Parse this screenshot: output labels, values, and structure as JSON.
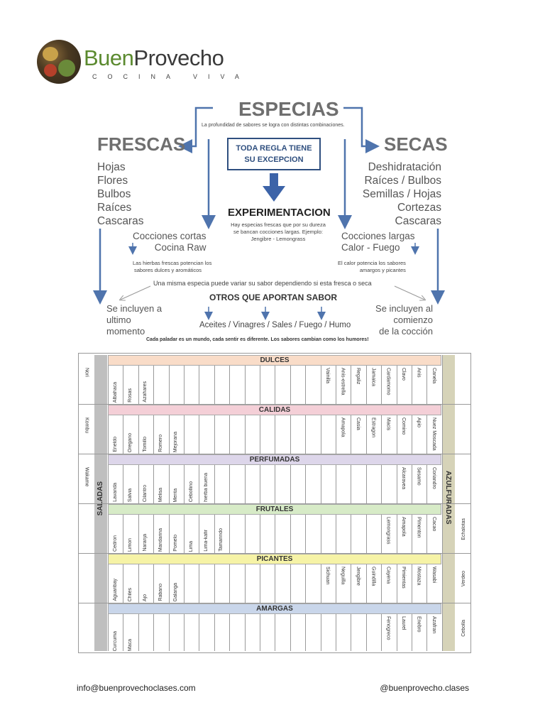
{
  "brand": {
    "name_part1": "Buen",
    "name_part2": "Provecho",
    "tagline": "COCINA VIVA"
  },
  "header": {
    "title": "ESPECIAS",
    "subtitle": "La profundidad de sabores se logra con distintas combinaciones.",
    "left_title": "FRESCAS",
    "right_title": "SECAS",
    "left_list": [
      "Hojas",
      "Flores",
      "Bulbos",
      "Raíces",
      "Cascaras"
    ],
    "right_list": [
      "Deshidratación",
      "Raíces / Bulbos",
      "Semillas / Hojas",
      "Cortezas",
      "Cascaras"
    ],
    "rule_box": [
      "TODA REGLA TIENE",
      "SU EXCEPCION"
    ],
    "experimentacion": "EXPERIMENTACION",
    "experimentacion_text": "Hay especias frescas que por su dureza se bancan cocciones largas. Ejemplo: Jengibre - Lemongrass",
    "cocciones_cortas": [
      "Cocciones cortas",
      "Cocina Raw"
    ],
    "cocciones_largas": [
      "Cocciones largas",
      "Calor - Fuego"
    ],
    "hierbas_text": [
      "Las hierbas frescas potencian los",
      "sabores dulces y aromáticos"
    ],
    "calor_text": [
      "El calor potencia los sabores",
      "amargos y picantes"
    ],
    "misma_text": "Una misma especia puede variar su sabor dependiendo si esta fresca o seca",
    "otros_title": "OTROS QUE APORTAN SABOR",
    "incluyen_left": [
      "Se incluyen a",
      "ultimo",
      "momento"
    ],
    "incluyen_right": [
      "Se incluyen al",
      "comienzo",
      "de la cocción"
    ],
    "aceites": "Aceites / Vinagres / Sales / Fuego / Humo",
    "cada_paladar": "Cada paladar es un mundo, cada sentir es diferente. Los sabores cambian como los humores!"
  },
  "table": {
    "left_side_label": "SALADAS",
    "right_side_label": "AZULFURADAS",
    "left_items": [
      "Nori",
      "Kombu",
      "Wakame",
      "",
      "",
      ""
    ],
    "right_items": [
      "",
      "",
      "",
      "Echalotas",
      "Verdeo",
      "Cebolla"
    ],
    "sections": [
      {
        "name": "DULCES",
        "color": "#f9dcc8",
        "left": [
          "Albahaca",
          "Rosas",
          "Azahares"
        ],
        "right": [
          "Vainilla",
          "Anis-estrella",
          "Regaliz",
          "Jamaica",
          "Cardamomo",
          "Clavo",
          "Anis",
          "Canela"
        ]
      },
      {
        "name": "CALIDAS",
        "color": "#f4cfd7",
        "left": [
          "Eneldo",
          "Oregano",
          "Tomillo",
          "Romero",
          "Mejorana"
        ],
        "right": [
          "Amapola",
          "Casia",
          "Estragon",
          "Macis",
          "Comino",
          "Apio",
          "Nuez Moscada"
        ]
      },
      {
        "name": "PERFUMADAS",
        "color": "#ddd6ea",
        "left": [
          "Lavanda",
          "Salvia",
          "Cilantro",
          "Melisa",
          "Menta",
          "Cebollino",
          "hierba buena"
        ],
        "right": [
          "Alcaravea",
          "Sesamo",
          "Coriandro"
        ]
      },
      {
        "name": "FRUTALES",
        "color": "#d7ebc7",
        "left": [
          "Cedron",
          "Limon",
          "Naranja",
          "Mandarina",
          "Pomelo",
          "Lima",
          "Lima-kafir",
          "Tamarindo"
        ],
        "right": [
          "Lemongrass",
          "Amapola",
          "Pimenton",
          "Cacao"
        ]
      },
      {
        "name": "PICANTES",
        "color": "#f6f3a6",
        "left": [
          "Aguaribay",
          "Chiles",
          "Ajo",
          "Rabano",
          "Galanga"
        ],
        "right": [
          "Sichuan",
          "Neguilla",
          "Jengibre",
          "Guindilla",
          "Cayena",
          "Pimientas",
          "Mostaza",
          "Wasabi"
        ]
      },
      {
        "name": "AMARGAS",
        "color": "#c9d6ea",
        "left": [
          "Curcuma",
          "Maca"
        ],
        "right": [
          "Fenogreco",
          "Laurel",
          "Enebro",
          "Azafran"
        ]
      }
    ]
  },
  "footer": {
    "email": "info@buenprovechoclases.com",
    "social": "@buenprovecho.clases"
  },
  "colors": {
    "arrow": "#4f74ad",
    "brand_green": "#5b8a2f"
  }
}
